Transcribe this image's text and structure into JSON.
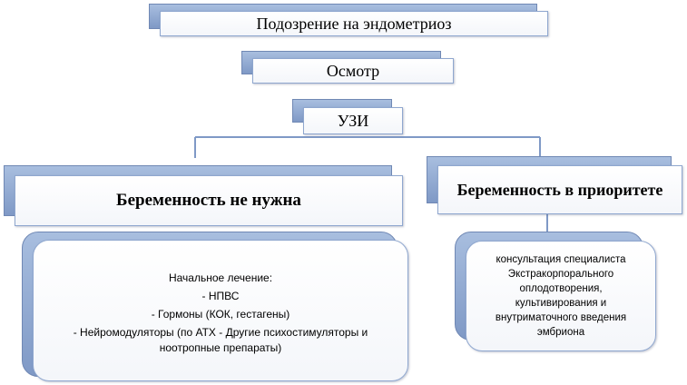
{
  "nodes": {
    "suspicion": "Подозрение на эндометриоз",
    "exam": "Осмотр",
    "ultrasound": "УЗИ",
    "not_needed": "Беременность  не нужна",
    "priority": "Беременность  в приоритете"
  },
  "initial_treatment": {
    "title": "Начальное лечение:",
    "items": [
      "- НПВС",
      "- Гормоны (КОК, гестагены)",
      "- Нейромодуляторы  (по АТХ - Другие психостимуляторы и",
      "ноотропные препараты)"
    ]
  },
  "consultation": {
    "lines": [
      "консультация специалиста",
      "Экстракорпорального",
      "оплодотворения,",
      "культивирования и",
      "внутриматочного введения",
      "эмбриона"
    ]
  },
  "colors": {
    "back_top": "#a8bedf",
    "back_bottom": "#7f99c6",
    "connector": "#7f99c6"
  }
}
